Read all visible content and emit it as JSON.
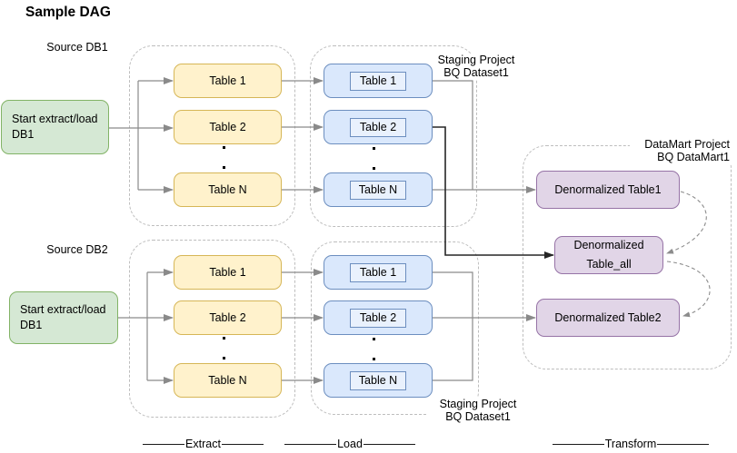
{
  "title": "Sample DAG",
  "labels": {
    "source_db1": "Source DB1",
    "source_db2": "Source DB2",
    "staging_top": {
      "line1": "Staging Project",
      "line2": "BQ Dataset1"
    },
    "staging_bottom": {
      "line1": "Staging Project",
      "line2": "BQ Dataset1"
    },
    "datamart": {
      "line1": "DataMart Project",
      "line2": "BQ DataMart1"
    }
  },
  "stages": {
    "extract": "Extract",
    "load": "Load",
    "transform": "Transform"
  },
  "nodes": {
    "start_db1": {
      "line1": "Start extract/load",
      "line2": "DB1"
    },
    "start_db2": {
      "line1": "Start extract/load",
      "line2": "DB1"
    },
    "table_labels": [
      "Table 1",
      "Table 2",
      "Table N"
    ],
    "denormalized_table1": "Denormalized Table1",
    "denormalized_table_all": {
      "line1": "Denormalized",
      "line2": "Table_all"
    },
    "denormalized_table2": "Denormalized Table2"
  },
  "ellipsis": "..",
  "colors": {
    "green_fill": "#d5e8d4",
    "green_stroke": "#82b366",
    "yellow_fill": "#fff2cc",
    "yellow_stroke": "#d6b656",
    "blue_fill": "#dae8fc",
    "blue_stroke": "#6c8ebf",
    "purple_fill": "#e1d5e7",
    "purple_stroke": "#9673a6",
    "connector": "#8a8a8a",
    "connector_emphasis": "#262626",
    "container_dash": "#bdbdbd"
  }
}
